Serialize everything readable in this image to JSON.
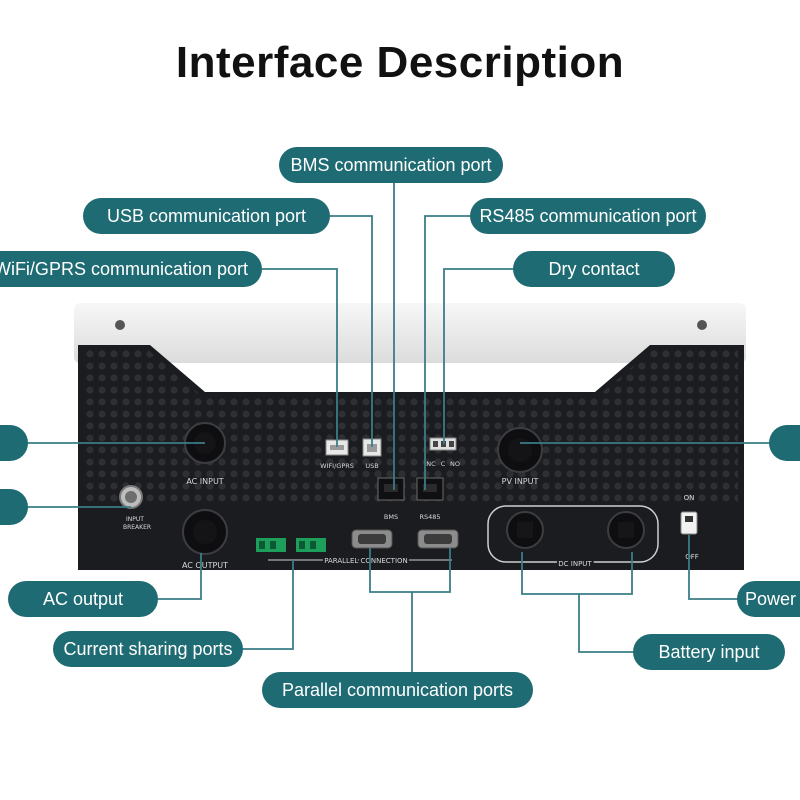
{
  "title": "Interface Description",
  "callouts": {
    "bms": "BMS communication port",
    "usb": "USB communication port",
    "rs485": "RS485 communication port",
    "wifi": "WiFi/GPRS communication port",
    "dry": "Dry contact",
    "ac_output": "AC output",
    "current_sharing": "Current sharing ports",
    "parallel_comm": "Parallel communication ports",
    "battery_input": "Battery input",
    "power": "Power"
  },
  "panel_labels": {
    "wifi_gprs": "WIFI/GPRS",
    "usb": "USB",
    "nc": "NC",
    "c": "C",
    "no": "NO",
    "ac_input": "AC INPUT",
    "pv_input": "PV INPUT",
    "bms": "BMS",
    "rs485": "RS485",
    "input_breaker_1": "INPUT",
    "input_breaker_2": "BREAKER",
    "ac_output": "AC OUTPUT",
    "parallel_connection": "PARALLEL CONNECTION",
    "dc_input": "DC INPUT",
    "on": "ON",
    "off": "OFF"
  },
  "colors": {
    "callout_fill": "#1f6b73",
    "callout_text": "#ffffff",
    "leader_line": "#3a7d86",
    "panel_body": "#1b1c20",
    "panel_top": "#eeeeee",
    "terminal_green": "#1d9e5a"
  }
}
